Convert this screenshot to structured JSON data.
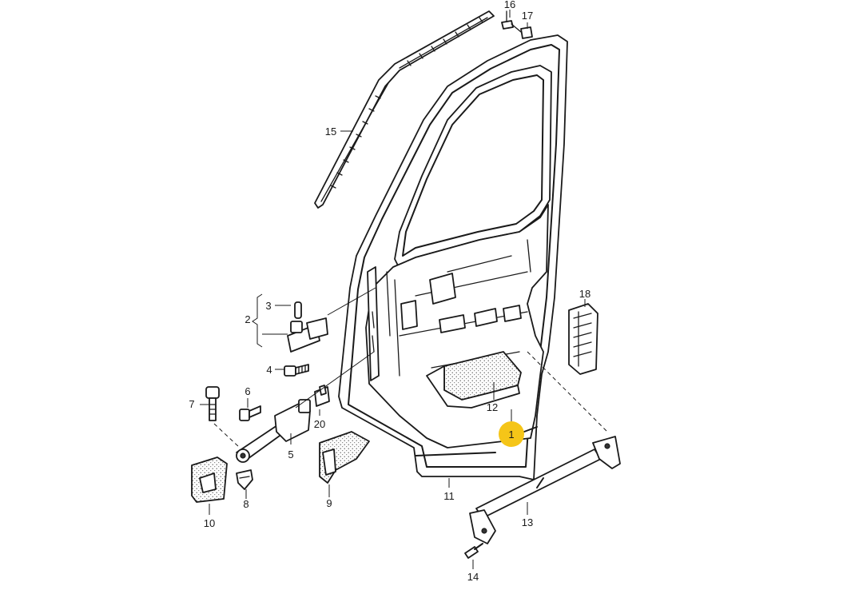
{
  "callouts": {
    "highlighted": "1",
    "items": [
      {
        "id": "c1",
        "text": "1"
      },
      {
        "id": "c2",
        "text": "2"
      },
      {
        "id": "c3",
        "text": "3"
      },
      {
        "id": "c4",
        "text": "4"
      },
      {
        "id": "c5",
        "text": "5"
      },
      {
        "id": "c6",
        "text": "6"
      },
      {
        "id": "c7",
        "text": "7"
      },
      {
        "id": "c8",
        "text": "8"
      },
      {
        "id": "c9",
        "text": "9"
      },
      {
        "id": "c10",
        "text": "10"
      },
      {
        "id": "c11",
        "text": "11"
      },
      {
        "id": "c12",
        "text": "12"
      },
      {
        "id": "c13",
        "text": "13"
      },
      {
        "id": "c14",
        "text": "14"
      },
      {
        "id": "c15",
        "text": "15"
      },
      {
        "id": "c16",
        "text": "16"
      },
      {
        "id": "c17",
        "text": "17"
      },
      {
        "id": "c18",
        "text": "18"
      },
      {
        "id": "c20",
        "text": "20"
      }
    ]
  },
  "colors": {
    "highlight": "#f5c518",
    "ink": "#1a1a1a",
    "background": "#ffffff"
  }
}
